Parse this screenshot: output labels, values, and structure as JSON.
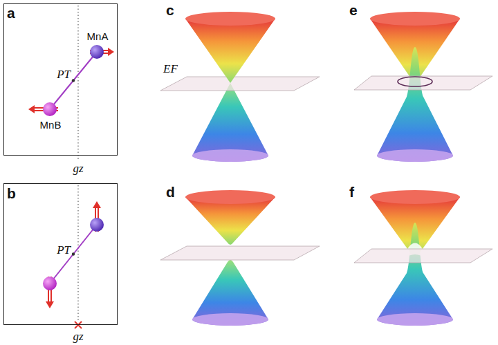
{
  "diagram": {
    "nodes": [
      {
        "text": [
          "MnA",
          "MnB",
          "PT"
        ]
      },
      {
        "text": [
          "PT"
        ]
      }
    ],
    "labels": [
      "a",
      "gz",
      "b",
      "gz",
      "c",
      "EF",
      "d",
      "e",
      "f"
    ]
  }
}
